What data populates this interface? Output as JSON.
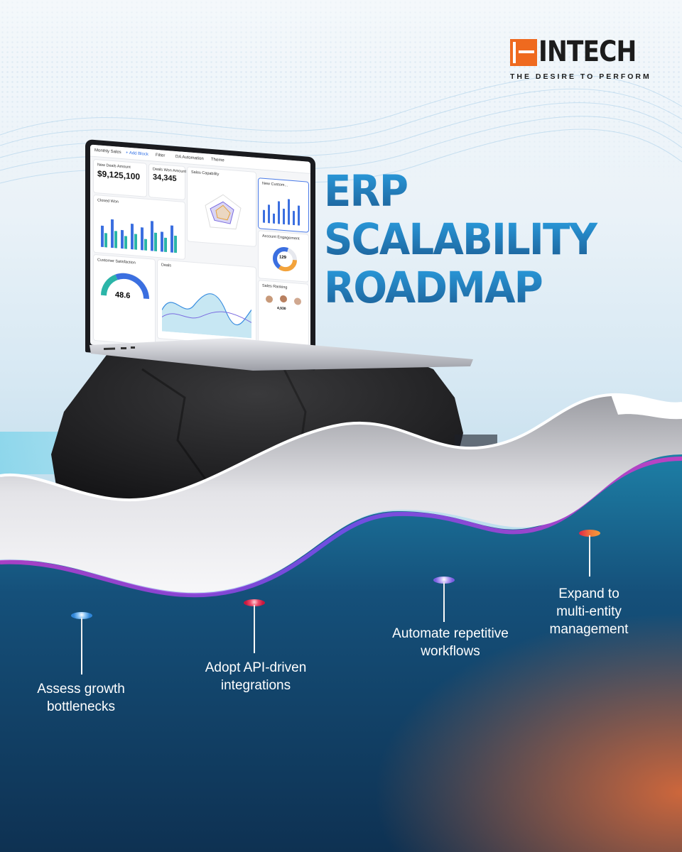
{
  "brand": {
    "name": "INTECH",
    "tagline": "THE DESIRE TO PERFORM",
    "accent": "#ef6a1f"
  },
  "headline": {
    "line1": "ERP",
    "line2": "SCALABILITY",
    "line3": "ROADMAP",
    "color_top": "#2a9ee0",
    "color_bottom": "#1c5c93"
  },
  "dashboard": {
    "tabs": [
      "Monthly Sales",
      "+ Add Block",
      "Filter",
      "DA Automation",
      "Theme"
    ],
    "new_deals_label": "New Deals Amount",
    "new_deals_value": "$9,125,100",
    "deals_won_label": "Deals Won Amount",
    "deals_won_value": "34,345",
    "sales_capability": "Sales Capability",
    "closed_won": "Closed Won",
    "new_customers": "New Custom...",
    "customer_satisfaction": "Customer Satisfaction",
    "gauge_value": "48.6",
    "deals": "Deals",
    "account_engagement": "Account Engagement",
    "donut_value": "129",
    "sales_ranking": "Sales Ranking",
    "ranking_value": "4,930"
  },
  "milestones": [
    {
      "label_line1": "Assess growth",
      "label_line2": "bottlenecks",
      "pin_color": "#2f86d9"
    },
    {
      "label_line1": "Adopt API-driven",
      "label_line2": "integrations",
      "pin_color": "#e0244a"
    },
    {
      "label_line1": "Automate repetitive",
      "label_line2": "workflows",
      "pin_color": "#8e6be6"
    },
    {
      "label_line1": "Expand to",
      "label_line2": "multi-entity",
      "label_line3": "management",
      "pin_color": "#ee5a4a"
    }
  ]
}
